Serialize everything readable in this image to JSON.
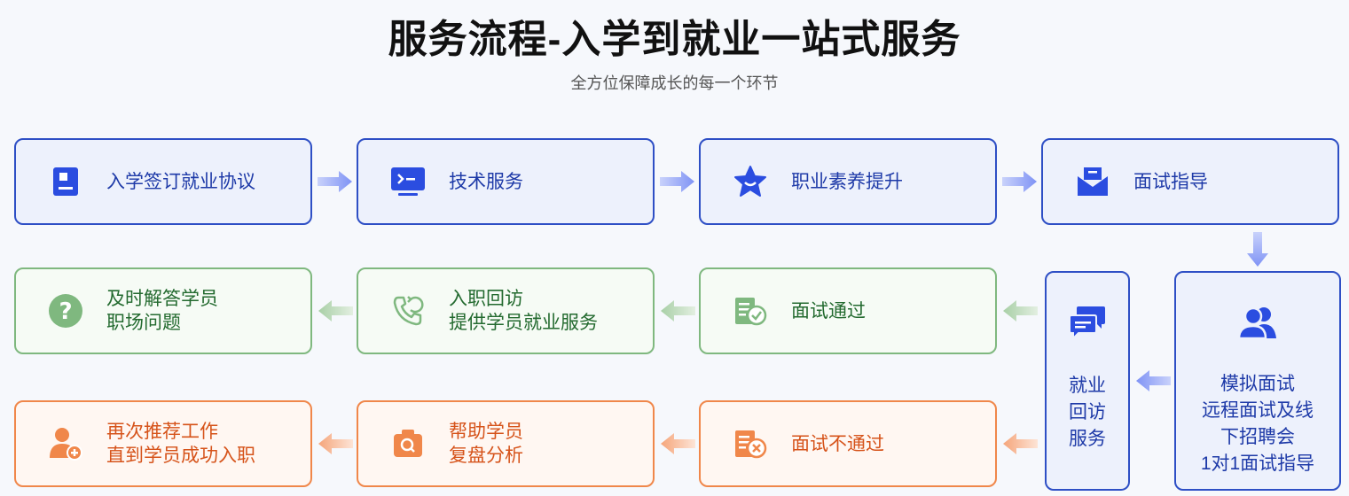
{
  "title": "服务流程-入学到就业一站式服务",
  "subtitle": "全方位保障成长的每一个环节",
  "row1": [
    {
      "label": "入学签订就业协议",
      "icon": "document-icon"
    },
    {
      "label": "技术服务",
      "icon": "terminal-icon"
    },
    {
      "label": "职业素养提升",
      "icon": "star-smile-icon"
    },
    {
      "label": "面试指导",
      "icon": "mail-icon"
    }
  ],
  "row2": [
    {
      "line1": "及时解答学员",
      "line2": "职场问题",
      "icon": "question-icon"
    },
    {
      "line1": "入职回访",
      "line2": "提供学员就业服务",
      "icon": "phone-callback-icon"
    },
    {
      "line1": "面试通过",
      "line2": "",
      "icon": "check-document-icon"
    }
  ],
  "row3": [
    {
      "line1": "再次推荐工作",
      "line2": "直到学员成功入职",
      "icon": "user-add-icon"
    },
    {
      "line1": "帮助学员",
      "line2": "复盘分析",
      "icon": "camera-search-icon"
    },
    {
      "line1": "面试不通过",
      "line2": "",
      "icon": "reject-document-icon"
    }
  ],
  "visit": {
    "line1": "就业",
    "line2": "回访",
    "line3": "服务",
    "icon": "chat-icon"
  },
  "interview": {
    "line1": "模拟面试",
    "line2": "远程面试及线",
    "line3": "下招聘会",
    "line4": "1对1面试指导",
    "icon": "users-icon"
  },
  "colors": {
    "blue": "#2e4fc5",
    "green": "#7fb87f",
    "orange": "#f0874a"
  }
}
